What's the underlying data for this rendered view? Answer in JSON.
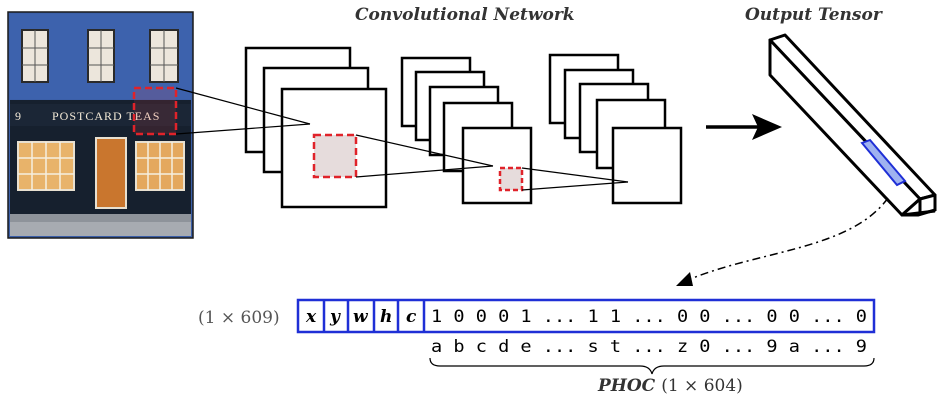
{
  "titles": {
    "network": "Convolutional Network",
    "output": "Output Tensor"
  },
  "photo": {
    "sign_text": "POSTCARD TEAS",
    "door_number": "9"
  },
  "vector": {
    "dims": "(1 × 609)",
    "cells": [
      "x",
      "y",
      "w",
      "h",
      "c"
    ],
    "bits": "1 0 0 0 1 ... 1 1 ... 0 0 ... 0 0 ... 0",
    "chars": "a b c d e ... s t ... z 0 ... 9 a ... 9"
  },
  "phoc": {
    "label": "PHOC",
    "dims": "(1 × 604)"
  },
  "colors": {
    "highlight": "#e0232a",
    "vector_border": "#1f2fd6",
    "building": "#3a5a9c"
  }
}
